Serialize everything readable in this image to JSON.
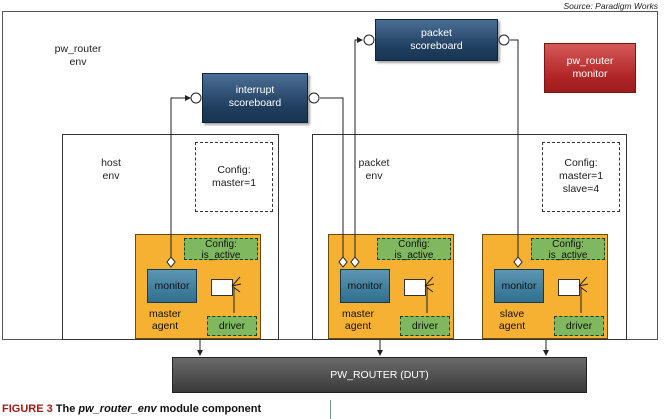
{
  "source": "Source: Paradigm Works",
  "env": {
    "label_line1": "pw_router",
    "label_line2": "env"
  },
  "packet_scoreboard": {
    "line1": "packet",
    "line2": "scoreboard"
  },
  "interrupt_scoreboard": {
    "line1": "interrupt",
    "line2": "scoreboard"
  },
  "router_monitor": {
    "line1": "pw_router",
    "line2": "monitor"
  },
  "host_env": {
    "label_line1": "host",
    "label_line2": "env",
    "config_line1": "Config:",
    "config_line2": "master=1",
    "agent": {
      "cfg_line1": "Config:",
      "cfg_line2": "is_active",
      "monitor": "monitor",
      "driver": "driver",
      "label_line1": "master",
      "label_line2": "agent"
    }
  },
  "packet_env": {
    "label_line1": "packet",
    "label_line2": "env",
    "config_line1": "Config:",
    "config_line2": "master=1",
    "config_line3": "slave=4",
    "master_agent": {
      "cfg_line1": "Config:",
      "cfg_line2": "is_active",
      "monitor": "monitor",
      "driver": "driver",
      "label_line1": "master",
      "label_line2": "agent"
    },
    "slave_agent": {
      "cfg_line1": "Config:",
      "cfg_line2": "is_active",
      "monitor": "monitor",
      "driver": "driver",
      "label_line1": "slave",
      "label_line2": "agent"
    }
  },
  "dut": "PW_ROUTER (DUT)",
  "caption": {
    "figure": "FIGURE 3",
    "pre": " The ",
    "italic": "pw_router_env",
    "post": " module component"
  }
}
